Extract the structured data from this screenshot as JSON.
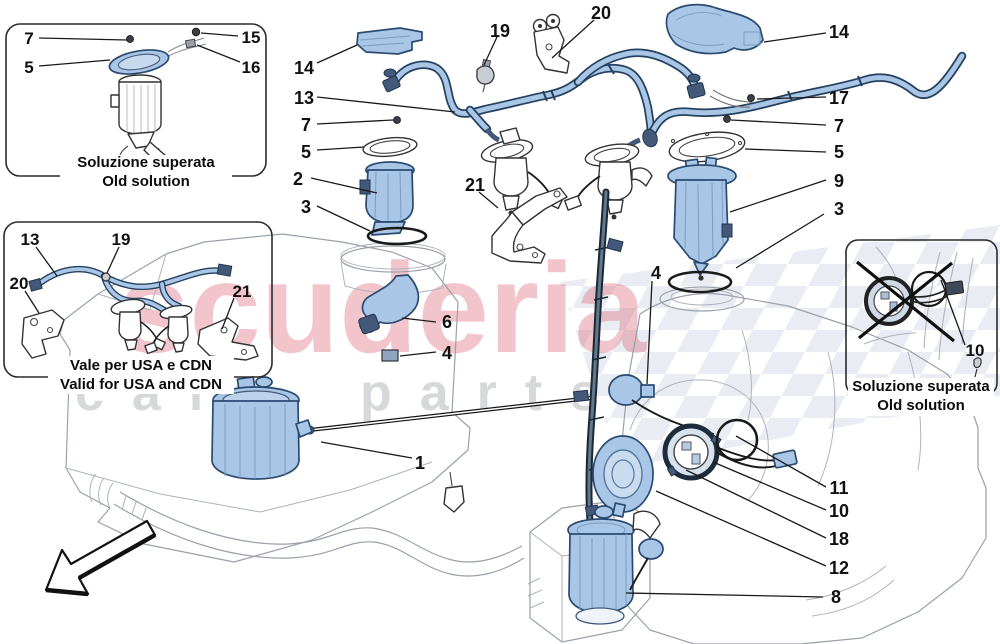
{
  "watermark": {
    "brand": "scuderia",
    "word1": "car",
    "word2": "parts"
  },
  "insets": {
    "top_left": {
      "caption_it": "Soluzione superata",
      "caption_en": "Old solution"
    },
    "mid_left": {
      "caption_it": "Vale per USA e CDN",
      "caption_en": "Valid for USA and CDN"
    },
    "right": {
      "caption_it": "Soluzione superata",
      "caption_en": "Old solution"
    }
  },
  "callouts": {
    "1": "1",
    "2": "2",
    "3": "3",
    "4": "4",
    "5": "5",
    "6": "6",
    "7": "7",
    "8": "8",
    "9": "9",
    "10": "10",
    "11": "11",
    "12": "12",
    "13": "13",
    "14": "14",
    "15": "15",
    "16": "16",
    "17": "17",
    "18": "18",
    "19": "19",
    "20": "20",
    "21": "21"
  },
  "colors": {
    "part_fill": "#a9c6e6",
    "part_stroke": "#2a4a70",
    "tank_line": "#9aa1ab",
    "brand_red": "#d94f63",
    "checker": "#dbe0ea"
  }
}
